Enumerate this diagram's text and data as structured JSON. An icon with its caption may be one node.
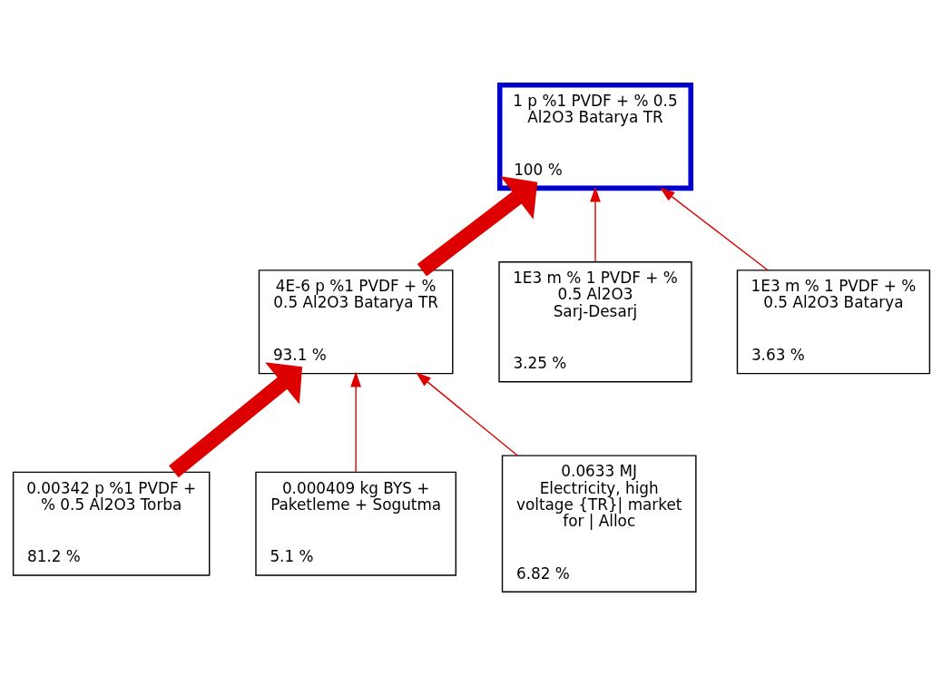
{
  "diagram": {
    "nodes": [
      {
        "text": [
          "1 p %1 PVDF + % 0.5 Al2O3 Batarya TR",
          "100 %"
        ]
      },
      {
        "text": [
          "4E-6 p %1 PVDF + % 0.5 Al2O3 Batarya TR",
          "93.1 %"
        ]
      },
      {
        "text": [
          "1E3 m % 1 PVDF + % 0.5 Al2O3 Sarj-Desarj",
          "3.25 %"
        ]
      },
      {
        "text": [
          "1E3 m % 1 PVDF + % 0.5 Al2O3 Batarya",
          "3.63 %"
        ]
      },
      {
        "text": [
          "0.00342 p %1 PVDF + % 0.5 Al2O3 Torba",
          "81.2 %"
        ]
      },
      {
        "text": [
          "0.000409 kg BYS + Paketleme + Sogutma",
          "5.1 %"
        ]
      },
      {
        "text": [
          "0.0633 MJ Electricity, high voltage {TR}| market for | Alloc",
          "6.82 %"
        ]
      }
    ],
    "edges": [
      {
        "from": 1,
        "to": 0,
        "arrow": "to",
        "style": "thick"
      },
      {
        "from": 2,
        "to": 0,
        "arrow": "to"
      },
      {
        "from": 3,
        "to": 0,
        "arrow": "to"
      },
      {
        "from": 4,
        "to": 1,
        "arrow": "to",
        "style": "thick"
      },
      {
        "from": 5,
        "to": 1,
        "arrow": "to"
      },
      {
        "from": 6,
        "to": 1,
        "arrow": "to"
      }
    ]
  }
}
